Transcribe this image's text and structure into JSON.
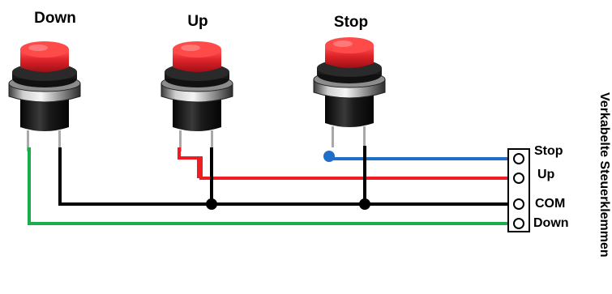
{
  "buttons": [
    {
      "label": "Down"
    },
    {
      "label": "Up"
    },
    {
      "label": "Stop"
    }
  ],
  "terminal_block": {
    "side_label": "Verkabelte Steuerklemmen",
    "terminals": [
      {
        "label": "Stop"
      },
      {
        "label": "Up"
      },
      {
        "label": "COM"
      },
      {
        "label": "Down"
      }
    ]
  },
  "colors": {
    "stop_wire": "#1f6fc6",
    "up_wire": "#ee1d24",
    "com_wire": "#000000",
    "down_wire": "#1aad4a",
    "button_cap": "#e0242a"
  },
  "icons": [
    "push-button-icon",
    "terminal-screw-icon",
    "wire-junction-dot"
  ]
}
